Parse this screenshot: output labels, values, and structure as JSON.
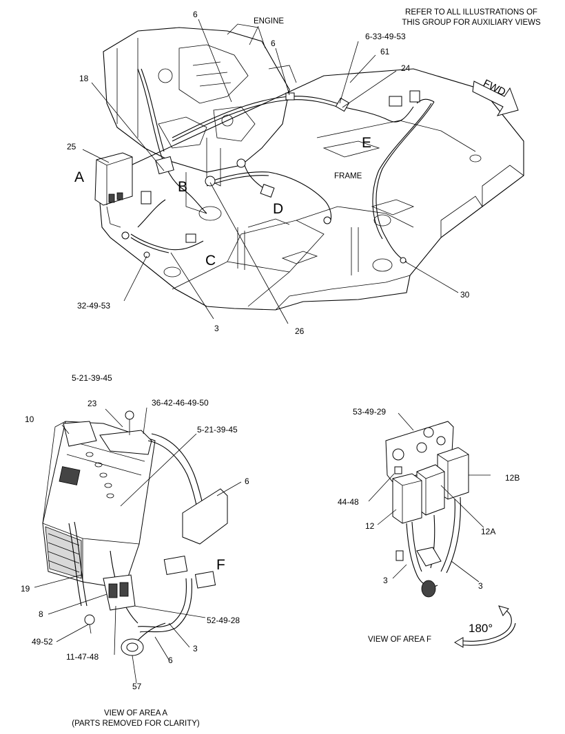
{
  "notes": {
    "refer_line1": "REFER TO ALL ILLUSTRATIONS OF",
    "refer_line2": "THIS GROUP FOR AUXILIARY VIEWS",
    "engine": "ENGINE",
    "frame": "FRAME",
    "fwd": "FWD"
  },
  "area_letters": {
    "A": "A",
    "B": "B",
    "C": "C",
    "D": "D",
    "E": "E",
    "F": "F"
  },
  "main_callouts": {
    "c6_top": "6",
    "c6_mid": "6",
    "c6_33_49_53": "6-33-49-53",
    "c61": "61",
    "c24": "24",
    "c18": "18",
    "c25": "25",
    "c30": "30",
    "c32_49_53": "32-49-53",
    "c3": "3",
    "c26": "26"
  },
  "view_a": {
    "c5_21_39_45_top": "5-21-39-45",
    "c23": "23",
    "c36_42_46_49_50": "36-42-46-49-50",
    "c10": "10",
    "c5_21_39_45_mid": "5-21-39-45",
    "c6_right": "6",
    "c19": "19",
    "c8": "8",
    "c52_49_28": "52-49-28",
    "c49_52": "49-52",
    "c3": "3",
    "c11_47_48": "11-47-48",
    "c6_bottom": "6",
    "c57": "57",
    "caption_line1": "VIEW OF AREA  A",
    "caption_line2": "(PARTS REMOVED FOR CLARITY)"
  },
  "view_f": {
    "c53_49_29": "53-49-29",
    "c12B": "12B",
    "c44_48": "44-48",
    "c12": "12",
    "c12A": "12A",
    "c3_left": "3",
    "c3_right": "3",
    "caption": "VIEW OF AREA  F",
    "rotation": "180°"
  }
}
